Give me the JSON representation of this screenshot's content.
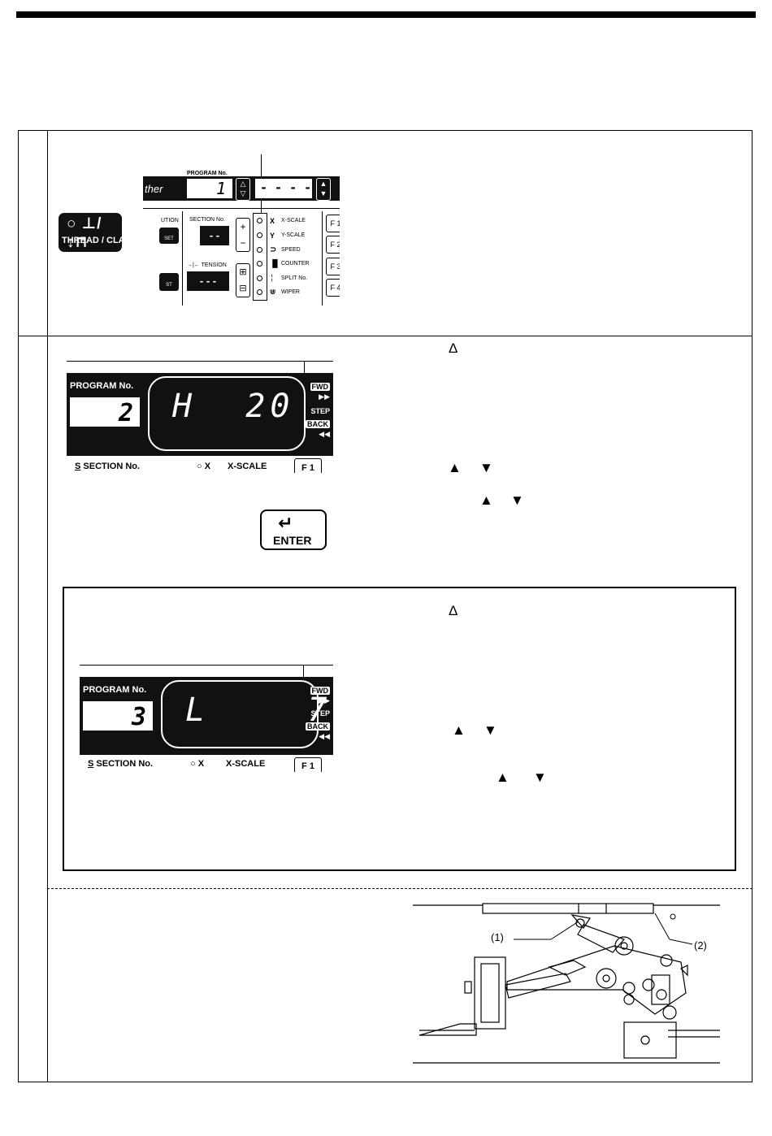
{
  "panel1": {
    "program_label": "PROGRAM No.",
    "program_value": "1",
    "display_value": "- - - -",
    "brand_partial": "ther",
    "caution_partial": "UTION",
    "set_partial": "SET",
    "st_partial": "ST",
    "section_label": "SECTION No.",
    "section_value": "- -",
    "tension_label": "→|← TENSION",
    "tension_value": "- - -",
    "leds": [
      "X-SCALE",
      "Y-SCALE",
      "SPEED",
      "COUNTER",
      "SPLIT No.",
      "WIPER"
    ],
    "fkeys": [
      "F 1",
      "F 2",
      "F 3",
      "F 4"
    ]
  },
  "thread_clamp": {
    "symbol": "○ ⊥/↕⊓",
    "label": "THREAD / CLAMP"
  },
  "display2": {
    "program_label": "PROGRAM No.",
    "program_value": "2",
    "segment_value": "H  20",
    "fwd": "FWD",
    "step": "STEP",
    "back": "BACK",
    "section_label": "SECTION No.",
    "xscale_label": "X-SCALE",
    "f1": "F 1"
  },
  "display3": {
    "program_label": "PROGRAM No.",
    "program_value": "3",
    "segment_value": "L    7",
    "fwd": "FWD",
    "step": "STEP",
    "back": "BACK",
    "section_label": "SECTION No.",
    "xscale_label": "X-SCALE",
    "f1": "F 1"
  },
  "enter_key": {
    "label": "ENTER"
  },
  "callouts": {
    "c1": "(1)",
    "c2": "(2)"
  },
  "symbols": {
    "delta": "Δ",
    "up": "▲",
    "down": "▼"
  }
}
